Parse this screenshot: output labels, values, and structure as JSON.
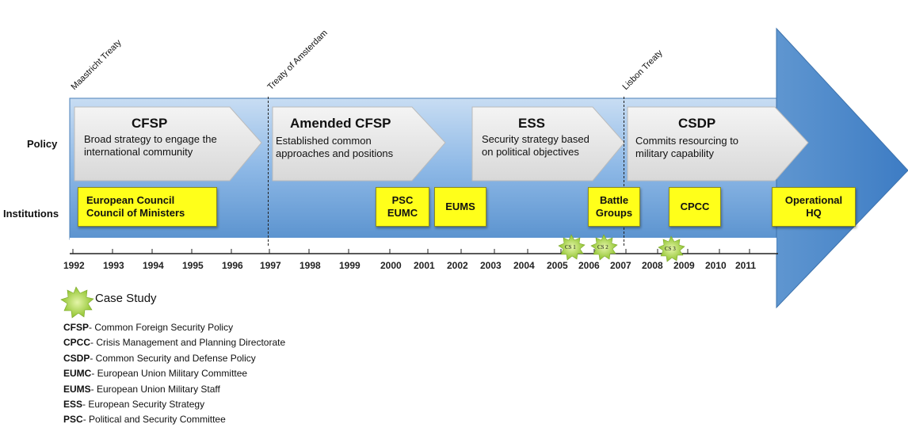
{
  "row_labels": {
    "policy": "Policy",
    "institutions": "Institutions"
  },
  "treaties": [
    "Maastricht Treaty",
    "Treaty of Amsterdam",
    "Lisbon Treaty"
  ],
  "policies": [
    {
      "title": "CFSP",
      "desc": "Broad strategy to engage the international community"
    },
    {
      "title": "Amended CFSP",
      "desc": "Established common approaches and positions"
    },
    {
      "title": "ESS",
      "desc": "Security strategy based on political objectives"
    },
    {
      "title": "CSDP",
      "desc": "Commits resourcing to military capability"
    }
  ],
  "institutions": [
    {
      "line1": "European Council",
      "line2": "Council of Ministers"
    },
    {
      "line1": "PSC",
      "line2": "EUMC"
    },
    {
      "line1": "EUMS",
      "line2": ""
    },
    {
      "line1": "Battle",
      "line2": "Groups"
    },
    {
      "line1": "CPCC",
      "line2": ""
    },
    {
      "line1": "Operational",
      "line2": "HQ"
    }
  ],
  "years": [
    "1992",
    "1993",
    "1994",
    "1995",
    "1996",
    "1997",
    "1998",
    "1999",
    "2000",
    "2001",
    "2002",
    "2003",
    "2004",
    "2005",
    "2006",
    "2007",
    "2008",
    "2009",
    "2010",
    "2011"
  ],
  "case_studies": [
    "CS 1",
    "CS 2",
    "CS 3"
  ],
  "legend": {
    "label": "Case Study"
  },
  "glossary": [
    {
      "abbr": "CFSP",
      "text": "- Common Foreign Security Policy"
    },
    {
      "abbr": "CPCC",
      "text": "- Crisis Management and Planning Directorate"
    },
    {
      "abbr": "CSDP",
      "text": "- Common Security and Defense Policy"
    },
    {
      "abbr": "EUMC",
      "text": "- European Union Military Committee"
    },
    {
      "abbr": "EUMS",
      "text": "- European Union Military Staff"
    },
    {
      "abbr": "ESS",
      "text": "- European Security Strategy"
    },
    {
      "abbr": "PSC",
      "text": "- Political and Security Committee"
    }
  ],
  "colors": {
    "arrow": "#5b93cf",
    "arrow_light": "#b9d3ef",
    "inst_box": "#ffff1a",
    "chevron": "#e6e6e6",
    "case_study": "#9ccf3a"
  }
}
